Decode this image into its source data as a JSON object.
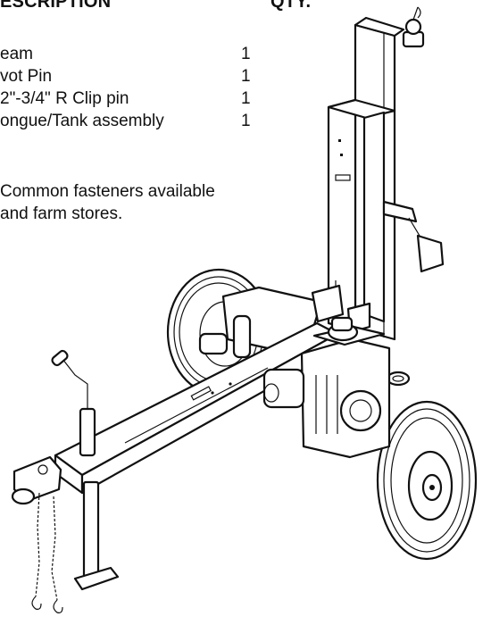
{
  "header": {
    "description": "ESCRIPTION",
    "qty": "QTY."
  },
  "parts": [
    {
      "description": "eam",
      "qty": "1"
    },
    {
      "description": "vot Pin",
      "qty": "1"
    },
    {
      "description": "2\"-3/4\" R Clip pin",
      "qty": "1"
    },
    {
      "description": "ongue/Tank assembly",
      "qty": "1"
    }
  ],
  "note": {
    "line1": "Common fasteners available",
    "line2": "and farm stores."
  }
}
